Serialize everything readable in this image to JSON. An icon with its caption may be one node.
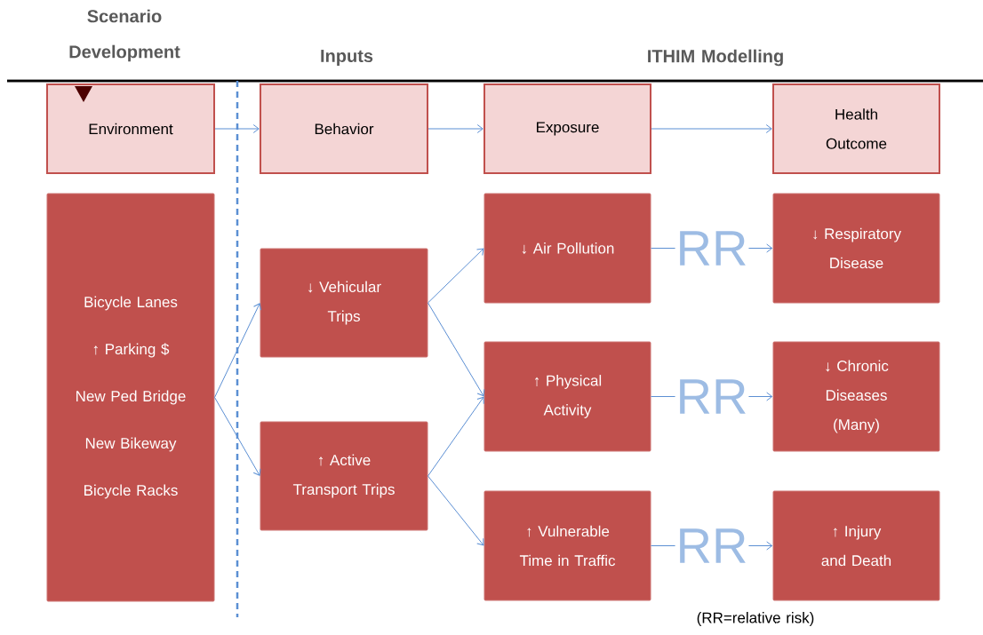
{
  "diagram": {
    "nodes": [
      {
        "text": [
          "Environment"
        ]
      },
      {
        "text": [
          "Behavior"
        ]
      },
      {
        "text": [
          "Exposure"
        ]
      },
      {
        "text": [
          "Health Outcome"
        ]
      },
      {
        "text": [
          "Bicycle Lanes",
          "↑ Parking $",
          "New Ped Bridge",
          "New Bikeway",
          "Bicycle Racks"
        ]
      },
      {
        "text": [
          "↓ Vehicular Trips"
        ]
      },
      {
        "text": [
          "↑ Active Transport Trips"
        ]
      },
      {
        "text": [
          "↓ Air Pollution"
        ]
      },
      {
        "text": [
          "↑ Physical Activity"
        ]
      },
      {
        "text": [
          "↑ Vulnerable Time in Traffic"
        ]
      },
      {
        "text": [
          "↓ Respiratory Disease"
        ]
      },
      {
        "text": [
          "↓ Chronic Diseases (Many)"
        ]
      },
      {
        "text": [
          "↑ Injury and Death"
        ]
      }
    ],
    "edges": [
      {
        "from": 0,
        "to": 1,
        "arrow": "to"
      },
      {
        "from": 1,
        "to": 2,
        "arrow": "to"
      },
      {
        "from": 2,
        "to": 3,
        "arrow": "to"
      },
      {
        "from": 4,
        "to": 5,
        "arrow": "to"
      },
      {
        "from": 4,
        "to": 6,
        "arrow": "to"
      },
      {
        "from": 5,
        "to": 7,
        "arrow": "to"
      },
      {
        "from": 5,
        "to": 8,
        "arrow": "to"
      },
      {
        "from": 6,
        "to": 8,
        "arrow": "to"
      },
      {
        "from": 6,
        "to": 9,
        "arrow": "to"
      },
      {
        "from": 7,
        "to": 10,
        "label": "RR",
        "arrow": "to"
      },
      {
        "from": 8,
        "to": 11,
        "label": "RR",
        "arrow": "to"
      },
      {
        "from": 9,
        "to": 12,
        "label": "RR",
        "arrow": "to"
      }
    ],
    "labels": [
      "Scenario Development",
      "Inputs",
      "ITHIM Modelling",
      "(RR=relative risk)"
    ]
  }
}
